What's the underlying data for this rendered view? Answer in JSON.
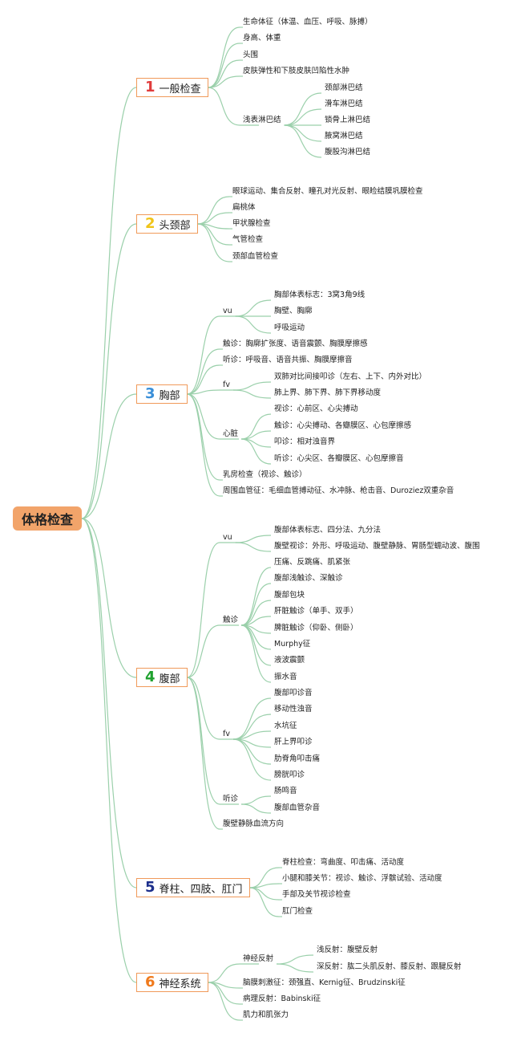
{
  "root": "体格检查",
  "colors": {
    "root_fill": "#f2a46a",
    "box_border": "#f09a5a",
    "line": "#9bd0ab",
    "num1": "#e03c3c",
    "num2": "#f0c419",
    "num3": "#3a8fd8",
    "num4": "#1fa12e",
    "num5": "#1c2f8c",
    "num6": "#f07a1c"
  },
  "sections": [
    {
      "num": "1",
      "label": "一般检查",
      "items": [
        {
          "text": "生命体征（体温、血压、呼吸、脉搏）"
        },
        {
          "text": "身高、体重"
        },
        {
          "text": "头围"
        },
        {
          "text": "皮肤弹性和下肢皮肤凹陷性水肿"
        },
        {
          "text": "浅表淋巴结",
          "children": [
            "颈部淋巴结",
            "滑车淋巴结",
            "锁骨上淋巴结",
            "腋窝淋巴结",
            "腹股沟淋巴结"
          ]
        }
      ]
    },
    {
      "num": "2",
      "label": "头颈部",
      "items": [
        {
          "text": "眼球运动、集合反射、瞳孔对光反射、眼睑结膜巩膜检查"
        },
        {
          "text": "扁桃体"
        },
        {
          "text": "甲状腺检查"
        },
        {
          "text": "气管检查"
        },
        {
          "text": "颈部血管检查"
        }
      ]
    },
    {
      "num": "3",
      "label": "胸部",
      "items": [
        {
          "text": "vu",
          "children": [
            "胸部体表标志：3窝3角9线",
            "胸壁、胸廓",
            "呼吸运动"
          ]
        },
        {
          "text": "触诊：胸廓扩张度、语音震颤、胸膜摩擦感"
        },
        {
          "text": "听诊：呼吸音、语音共振、胸膜摩擦音"
        },
        {
          "text": "fv",
          "children": [
            "双肺对比间接叩诊（左右、上下、内外对比）",
            "肺上界、肺下界、肺下界移动度"
          ]
        },
        {
          "text": "心脏",
          "children": [
            "视诊：心前区、心尖搏动",
            "触诊：心尖搏动、各瓣膜区、心包摩擦感",
            "叩诊：相对浊音界",
            "听诊：心尖区、各瓣膜区、心包摩擦音"
          ]
        },
        {
          "text": "乳房检查（视诊、触诊）"
        },
        {
          "text": "周围血管征：毛细血管搏动征、水冲脉、枪击音、Duroziez双重杂音"
        }
      ]
    },
    {
      "num": "4",
      "label": "腹部",
      "items": [
        {
          "text": "vu",
          "children": [
            "腹部体表标志、四分法、九分法",
            "腹壁视诊：外形、呼吸运动、腹壁静脉、胃肠型蠕动波、腹围"
          ]
        },
        {
          "text": "触诊",
          "children": [
            "压痛、反跳痛、肌紧张",
            "腹部浅触诊、深触诊",
            "腹部包块",
            "肝脏触诊（单手、双手）",
            "脾脏触诊（仰卧、侧卧）",
            "Murphy征",
            "液波震颤",
            "振水音"
          ]
        },
        {
          "text": "fv",
          "children": [
            "腹部叩诊音",
            "移动性浊音",
            "水坑征",
            "肝上界叩诊",
            "肋脊角叩击痛",
            "膀胱叩诊"
          ]
        },
        {
          "text": "听诊",
          "children": [
            "肠鸣音",
            "腹部血管杂音"
          ]
        },
        {
          "text": "腹壁静脉血流方向"
        }
      ]
    },
    {
      "num": "5",
      "label": "脊柱、四肢、肛门",
      "items": [
        {
          "text": "脊柱检查：弯曲度、叩击痛、活动度"
        },
        {
          "text": "小腿和膝关节：视诊、触诊、浮髌试验、活动度"
        },
        {
          "text": "手部及关节视诊检查"
        },
        {
          "text": "肛门检查"
        }
      ]
    },
    {
      "num": "6",
      "label": "神经系统",
      "items": [
        {
          "text": "神经反射",
          "children": [
            "浅反射：腹壁反射",
            "深反射：肱二头肌反射、膝反射、跟腱反射"
          ]
        },
        {
          "text": "脑膜刺激征：颈强直、Kernig征、Brudzinski征"
        },
        {
          "text": "病理反射：Babinski征"
        },
        {
          "text": "肌力和肌张力"
        }
      ]
    }
  ]
}
